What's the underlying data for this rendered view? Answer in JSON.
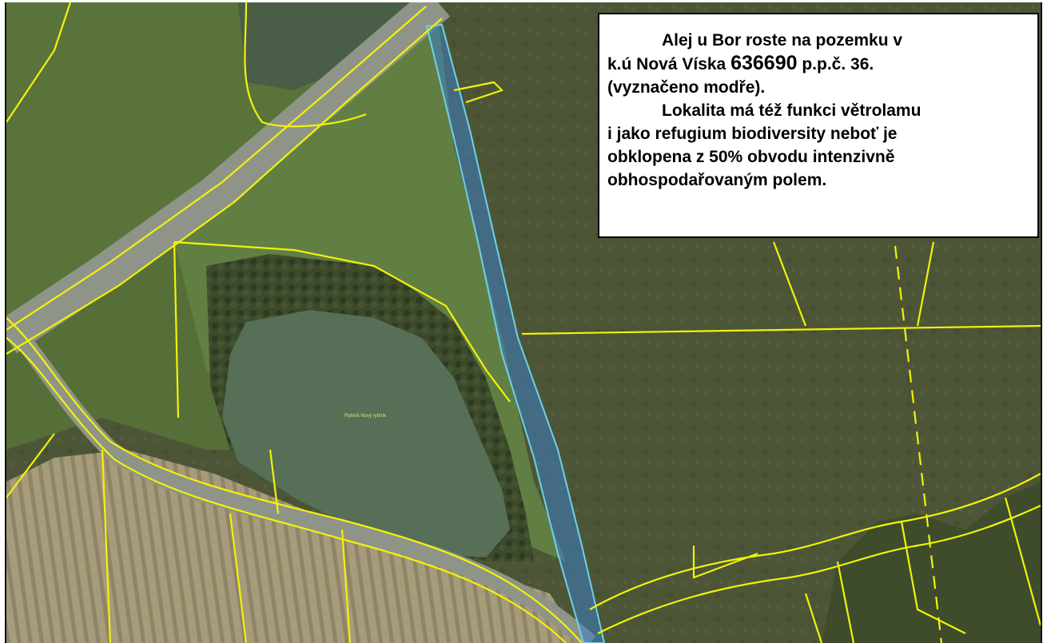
{
  "info_box": {
    "line1": "Alej u Bor roste na pozemku v",
    "line2_prefix": "k.ú Nová Víska ",
    "line2_number": "636690",
    "line2_suffix": " p.p.č. 36.",
    "line3": "(vyznačeno modře).",
    "line4": "Lokalita má též funkci větrolamu",
    "line5": "i jako refugium biodiversity neboť je",
    "line6": "obklopena z 50% obvodu intenzivně",
    "line7": "obhospodařovaným polem."
  },
  "map": {
    "pond_label": "Rybník Nový rybník",
    "colors": {
      "parcel_lines": "#f2f20a",
      "highlight": "#3d7fc4",
      "field": "#4d5839",
      "meadow": "#5d7a3e",
      "pond": "#4f6a52",
      "road": "#8f9488",
      "harvested_field": "#a59a7a"
    }
  }
}
